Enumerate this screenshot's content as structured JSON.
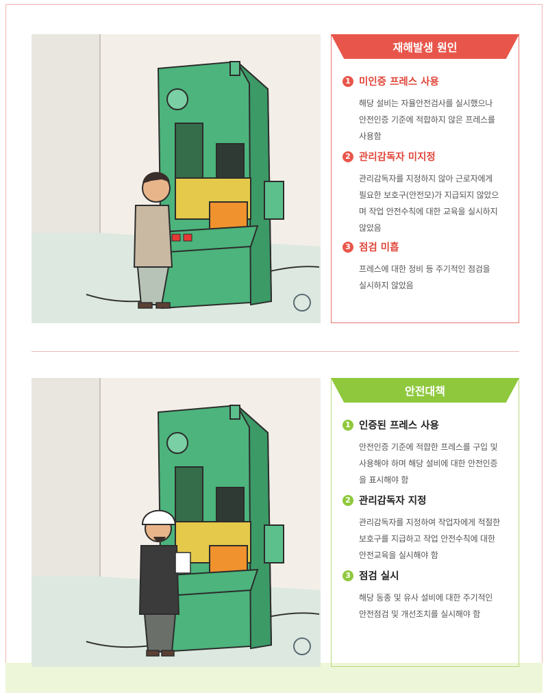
{
  "causes": {
    "title": "재해발생 원인",
    "items": [
      {
        "num": "1",
        "heading": "미인증 프레스 사용",
        "body": [
          "해당 설비는 자율안전검사를 실시했으나",
          "안전인증 기준에 적합하지 않은 프레스를",
          "사용함"
        ]
      },
      {
        "num": "2",
        "heading": "관리감독자 미지정",
        "body": [
          "관리감독자를 지정하지 않아 근로자에게",
          "필요한 보호구(안전모)가 지급되지 않았으",
          "며 작업 안전수칙에 대한 교육을 실시하지",
          "않았음"
        ]
      },
      {
        "num": "3",
        "heading": "점검 미흡",
        "body": [
          "프레스에 대한 정비 등 주기적인 점검을",
          "실시하지 않았음"
        ]
      }
    ]
  },
  "measures": {
    "title": "안전대책",
    "items": [
      {
        "num": "1",
        "heading": "인증된 프레스 사용",
        "body": [
          "안전인증 기준에 적합한 프레스를 구입 및",
          "사용해야 하며 해당 설비에 대한 안전인증",
          "을 표시해야 함"
        ]
      },
      {
        "num": "2",
        "heading": "관리감독자 지정",
        "body": [
          "관리감독자를 지정하여 작업자에게 적절한",
          "보호구를 지급하고 작업 안전수칙에 대한",
          "안전교육을 실시해야 함"
        ]
      },
      {
        "num": "3",
        "heading": "점검 실시",
        "body": [
          "해당 동종 및 유사 설비에 대한 주기적인",
          "안전점검 및 개선조치를 실시해야 함"
        ]
      }
    ]
  },
  "colors": {
    "red": "#e8564b",
    "green": "#8fc83d",
    "machine": "#4cb47c"
  }
}
